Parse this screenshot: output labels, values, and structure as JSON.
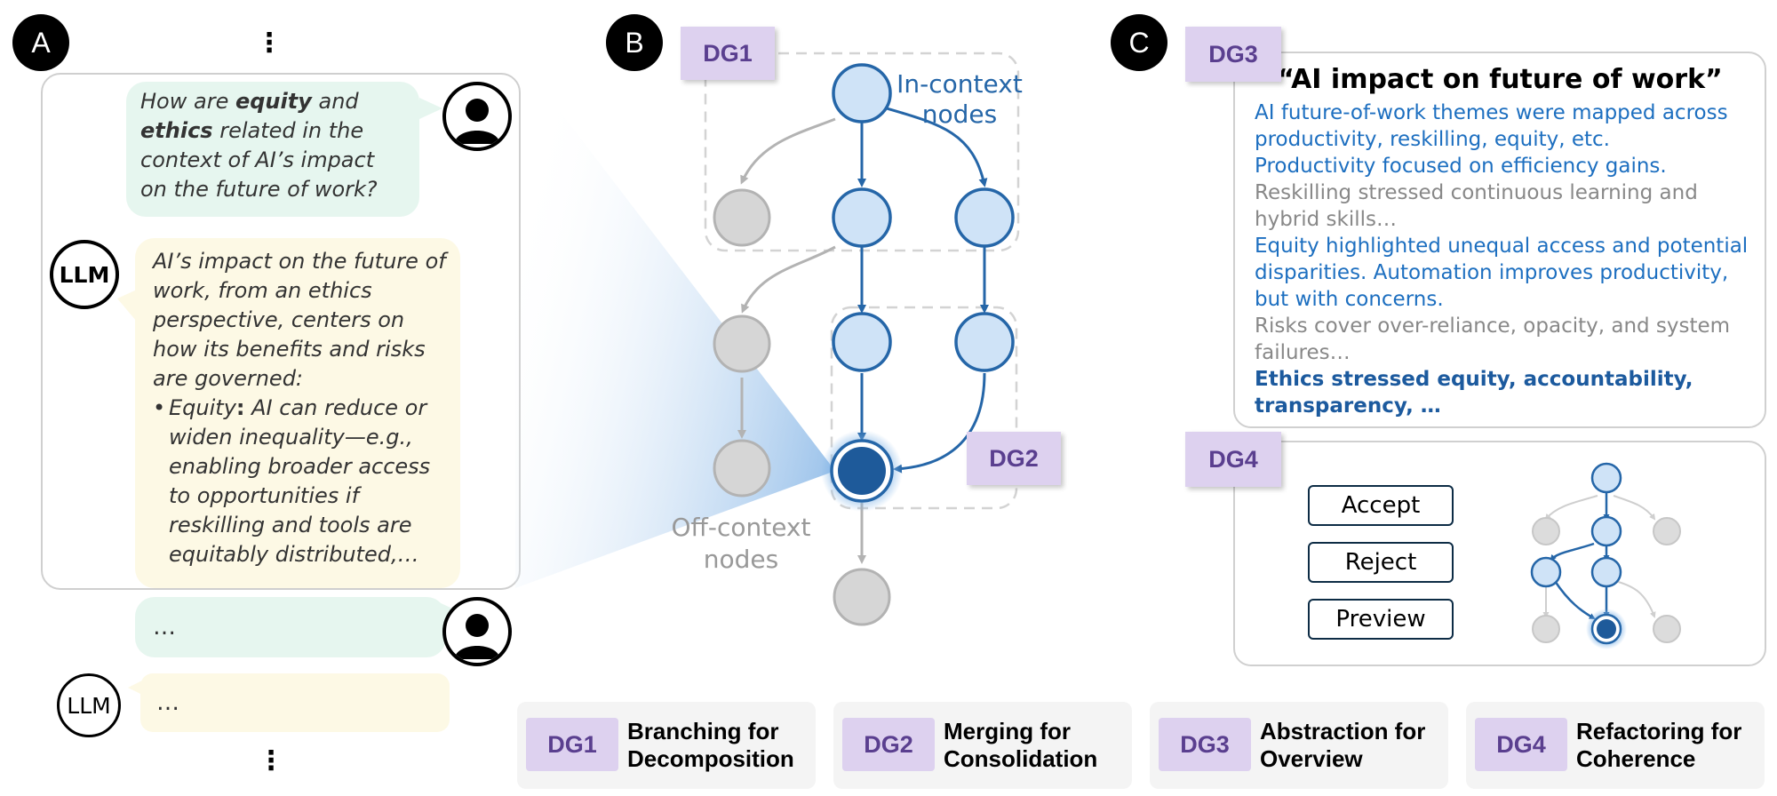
{
  "panels": {
    "a": "A",
    "b": "B",
    "c": "C"
  },
  "tags": {
    "dg1": "DG1",
    "dg2": "DG2",
    "dg3": "DG3",
    "dg4": "DG4"
  },
  "conversation": {
    "user_q_parts": [
      "How are ",
      "equity",
      " and ",
      "ethics",
      " related in the context of AI’s impact on the future of work?"
    ],
    "llm_label": "LLM",
    "llm_answer_intro": "AI’s impact on the future of work, from an ethics perspective, centers on how its benefits and risks are governed:",
    "bullet_marker": "•",
    "bullet_lead": "Equity",
    "bullet_colon": ":",
    "bullet_rest": " AI can reduce or widen inequality—e.g., enabling broader access to opportunities if reskilling and tools are equitably distributed,…",
    "user_ellipsis": "…",
    "llm_ellipsis": "…",
    "vdots": "⋮"
  },
  "graph_b": {
    "in_context_label": [
      "In-context",
      "nodes"
    ],
    "off_context_label": [
      "Off-context",
      "nodes"
    ]
  },
  "summary_card": {
    "title": "“AI impact on future of work”",
    "lines": [
      {
        "text": "AI future-of-work themes were mapped across",
        "style": "blue"
      },
      {
        "text": "productivity, reskilling, equity, etc.",
        "style": "blue"
      },
      {
        "text": "Productivity focused on efficiency gains.",
        "style": "blue"
      },
      {
        "text": "Reskilling stressed continuous learning and",
        "style": "gray"
      },
      {
        "text": "hybrid skills…",
        "style": "gray"
      },
      {
        "text": "Equity highlighted unequal access and potential",
        "style": "blue"
      },
      {
        "text": "disparities. Automation improves productivity,",
        "style": "blue"
      },
      {
        "text": "but with concerns.",
        "style": "blue"
      },
      {
        "text": "Risks cover over-reliance, opacity, and system",
        "style": "gray"
      },
      {
        "text": "failures…",
        "style": "gray"
      },
      {
        "text": "Ethics stressed equity, accountability,",
        "style": "darkblue"
      },
      {
        "text": "transparency, …",
        "style": "darkblue"
      }
    ]
  },
  "refactor_card": {
    "buttons": {
      "accept": "Accept",
      "reject": "Reject",
      "preview": "Preview"
    }
  },
  "legend": [
    {
      "tag": "DG1",
      "line1": "Branching for",
      "line2": "Decomposition"
    },
    {
      "tag": "DG2",
      "line1": "Merging for",
      "line2": "Consolidation"
    },
    {
      "tag": "DG3",
      "line1": "Abstraction for",
      "line2": "Overview"
    },
    {
      "tag": "DG4",
      "line1": "Refactoring for",
      "line2": "Coherence"
    }
  ],
  "colors": {
    "node_light": "#cfe3f7",
    "node_stroke": "#2566a8",
    "node_selected": "#1e5a9a",
    "node_off": "#d6d6d6",
    "node_off_stroke": "#b3b3b3",
    "tag_bg": "#ddd1ef",
    "tag_text": "#5a3f8f"
  }
}
